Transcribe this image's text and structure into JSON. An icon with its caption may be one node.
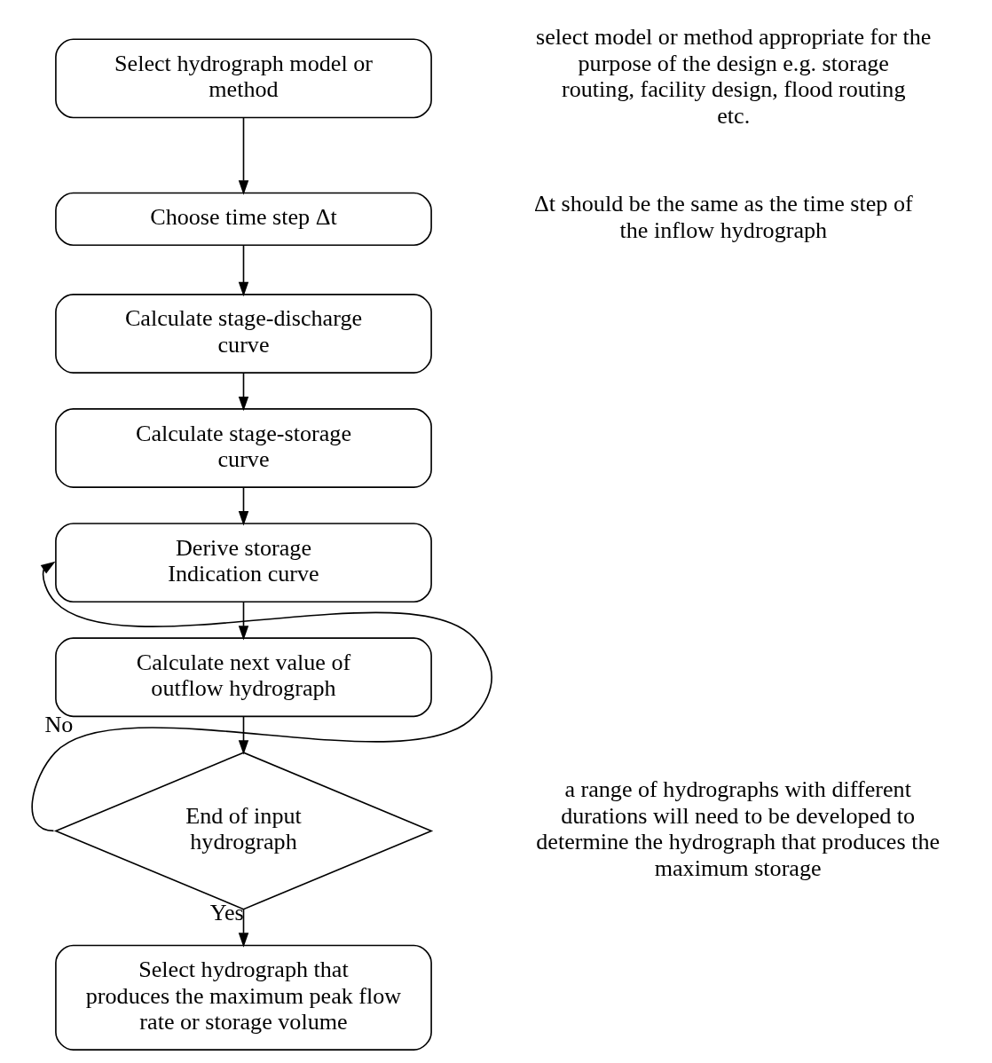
{
  "diagram": {
    "nodes": [
      {
        "text": [
          "Select hydrograph model or method"
        ]
      },
      {
        "text": [
          "Choose time step Δt"
        ]
      },
      {
        "text": [
          "Calculate stage-discharge curve"
        ]
      },
      {
        "text": [
          "Calculate stage-storage curve"
        ]
      },
      {
        "text": [
          "Derive storage Indication curve"
        ]
      },
      {
        "text": [
          "Calculate next value of outflow hydrograph"
        ]
      },
      {
        "text": [
          "End of input hydrograph"
        ]
      },
      {
        "text": [
          "Select hydrograph that produces the maximum peak flow rate or storage volume"
        ]
      }
    ],
    "edges": [
      {
        "from": 0,
        "to": 1,
        "arrow": "to"
      },
      {
        "from": 1,
        "to": 2,
        "arrow": "to"
      },
      {
        "from": 2,
        "to": 3,
        "arrow": "to"
      },
      {
        "from": 3,
        "to": 4,
        "arrow": "to"
      },
      {
        "from": 4,
        "to": 5,
        "arrow": "to"
      },
      {
        "from": 5,
        "to": 6,
        "arrow": "to"
      },
      {
        "from": 6,
        "to": 4,
        "arrow": "to",
        "label": "No"
      },
      {
        "from": 6,
        "to": 7,
        "arrow": "to",
        "label": "Yes"
      }
    ],
    "labels": [
      "select model or method appropriate for the purpose of the design e.g. storage routing, facility design, flood routing etc.",
      "Δt should be the same as the time step of the inflow hydrograph",
      "a range of hydrographs with different durations will need to be developed to determine the hydrograph that produces the maximum storage"
    ]
  }
}
